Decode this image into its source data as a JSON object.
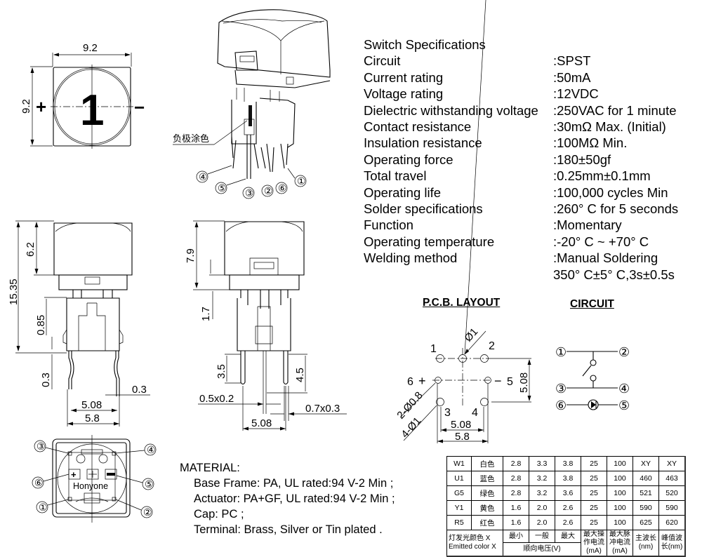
{
  "top_view": {
    "width_dim": "9.2",
    "height_dim": "9.2",
    "plus_sign": "+",
    "minus_sign": "−",
    "cap_marking": "1"
  },
  "iso_view": {
    "annotation": "负极涂色",
    "pins": [
      "④",
      "⑤",
      "③",
      "②",
      "⑥",
      "①"
    ]
  },
  "side_view": {
    "dims": [
      "15.35",
      "6.2",
      "0.85",
      "0.3",
      "0.3",
      "5.08",
      "5.8"
    ]
  },
  "front_view": {
    "dims": [
      "7.9",
      "1.7",
      "3.5",
      "4.5",
      "0.5x0.2",
      "0.7x0.3",
      "5.08"
    ]
  },
  "bottom_view": {
    "brand": "Honyone",
    "pins": [
      "③",
      "④",
      "⑥",
      "⑤",
      "①",
      "②"
    ]
  },
  "specifications": {
    "title": "Switch Specifications",
    "rows": [
      {
        "label": "Circuit",
        "value": ":SPST"
      },
      {
        "label": "Current rating",
        "value": ":50mA"
      },
      {
        "label": "Voltage rating",
        "value": ":12VDC"
      },
      {
        "label": "Dielectric withstanding voltage",
        "value": ":250VAC for 1 minute"
      },
      {
        "label": "Contact resistance",
        "value": ":30mΩ   Max. (Initial)"
      },
      {
        "label": "Insulation resistance",
        "value": ":100MΩ   Min."
      },
      {
        "label": "Operating force",
        "value": ":180±50gf"
      },
      {
        "label": "Total travel",
        "value": ":0.25mm±0.1mm"
      },
      {
        "label": "Operating life",
        "value": ":100,000 cycles Min"
      },
      {
        "label": "Solder specifications",
        "value": ":260° C for 5 seconds"
      },
      {
        "label": "Function",
        "value": ":Momentary"
      },
      {
        "label": "Operating temperature",
        "value": ":-20° C ~ +70° C"
      },
      {
        "label": "Welding method",
        "value": ":Manual Soldering"
      },
      {
        "label": "",
        "value": " 350° C±5° C,3s±0.5s"
      }
    ]
  },
  "pcb_layout": {
    "title": "P.C.B. LAYOUT",
    "pin_labels": [
      "1",
      "2",
      "6",
      "+",
      "−",
      "5",
      "3",
      "4"
    ],
    "dims": [
      "Ø1",
      "2-Ø0.8",
      "4-Ø1",
      "5.08",
      "5.08",
      "5.8"
    ]
  },
  "circuit": {
    "title": "CIRCUIT",
    "pins": [
      "①",
      "②",
      "③",
      "④",
      "⑥",
      "⑤"
    ]
  },
  "material": {
    "title": "MATERIAL:",
    "items": [
      "Base Frame: PA, UL rated:94 V-2 Min ;",
      "Actuator: PA+GF, UL rated:94 V-2 Min ;",
      "Cap:  PC ;",
      "Terminal: Brass, Silver or Tin plated ."
    ]
  },
  "led_table": {
    "rows": [
      {
        "code": "W1",
        "color": "白色",
        "vmin": "2.8",
        "vtyp": "3.3",
        "vmax": "3.8",
        "if": "25",
        "ifp": "100",
        "dom": "XY",
        "peak": "XY"
      },
      {
        "code": "U1",
        "color": "蓝色",
        "vmin": "2.8",
        "vtyp": "3.2",
        "vmax": "3.8",
        "if": "25",
        "ifp": "100",
        "dom": "460",
        "peak": "463"
      },
      {
        "code": "G5",
        "color": "绿色",
        "vmin": "2.8",
        "vtyp": "3.2",
        "vmax": "3.6",
        "if": "25",
        "ifp": "100",
        "dom": "521",
        "peak": "520"
      },
      {
        "code": "Y1",
        "color": "黄色",
        "vmin": "1.6",
        "vtyp": "2.0",
        "vmax": "2.6",
        "if": "25",
        "ifp": "100",
        "dom": "590",
        "peak": "590"
      },
      {
        "code": "R5",
        "color": "红色",
        "vmin": "1.6",
        "vtyp": "2.0",
        "vmax": "2.6",
        "if": "25",
        "ifp": "100",
        "dom": "625",
        "peak": "620"
      }
    ],
    "header": {
      "emitted_cn": "灯发光颜色 X",
      "emitted_en": "Emitted color X",
      "min": "最小",
      "typ": "一般",
      "max": "最大",
      "forward_voltage": "顺向电压(V)",
      "max_if": "最大操作电流(mA)",
      "max_ifp": "最大脉冲电流(mA)",
      "dominant": "主波长(nm)",
      "peak": "峰值波长(nm)"
    }
  }
}
